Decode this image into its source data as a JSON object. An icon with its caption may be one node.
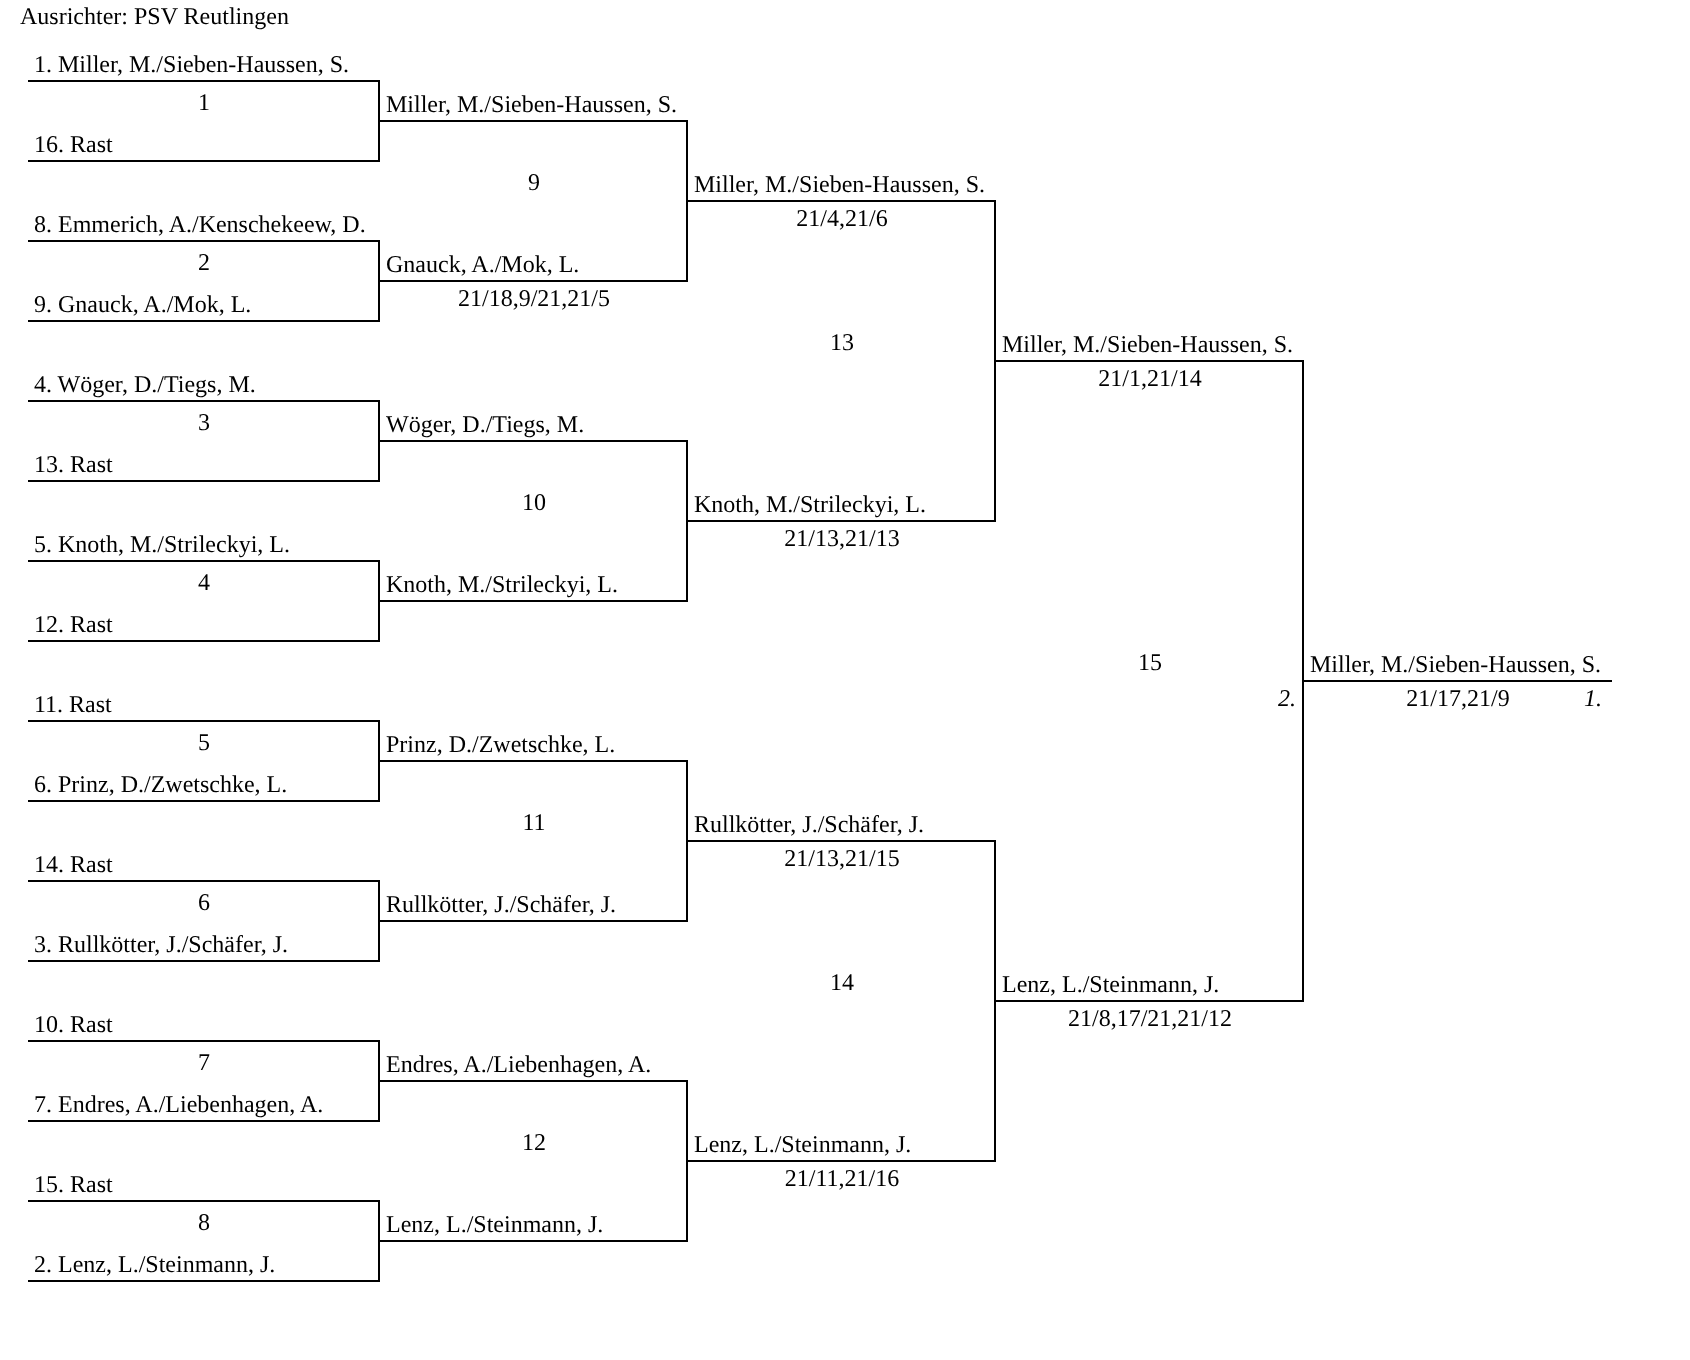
{
  "diagram": {
    "title": "Ausrichter: PSV Reutlingen",
    "nodes": [
      {
        "text": [
          "1. Miller, M./Sieben-Haussen, S."
        ]
      },
      {
        "text": [
          "Miller, M./Sieben-Haussen, S."
        ]
      },
      {
        "text": [
          "16. Rast"
        ]
      },
      {
        "text": [
          "Miller, M./Sieben-Haussen, S."
        ],
        "beside": [
          "21/4,21/6"
        ]
      },
      {
        "text": [
          "8. Emmerich, A./Kenschekeew, D."
        ]
      },
      {
        "text": [
          "Gnauck, A./Mok, L."
        ],
        "beside": [
          "21/18,9/21,21/5"
        ]
      },
      {
        "text": [
          "9. Gnauck, A./Mok, L."
        ]
      },
      {
        "text": [
          "Miller, M./Sieben-Haussen, S."
        ],
        "beside": [
          "21/1,21/14"
        ]
      },
      {
        "text": [
          "4. Wöger, D./Tiegs, M."
        ]
      },
      {
        "text": [
          "Wöger, D./Tiegs, M."
        ]
      },
      {
        "text": [
          "13. Rast"
        ]
      },
      {
        "text": [
          "Knoth, M./Strileckyi, L."
        ],
        "beside": [
          "21/13,21/13"
        ]
      },
      {
        "text": [
          "5. Knoth, M./Strileckyi, L."
        ]
      },
      {
        "text": [
          "Knoth, M./Strileckyi, L."
        ]
      },
      {
        "text": [
          "12. Rast"
        ]
      },
      {
        "text": [
          "Miller, M./Sieben-Haussen, S."
        ],
        "beside": [
          "21/17,21/9",
          "1."
        ]
      },
      {
        "text": [
          "11. Rast"
        ]
      },
      {
        "text": [
          "Prinz, D./Zwetschke, L."
        ]
      },
      {
        "text": [
          "6. Prinz, D./Zwetschke, L."
        ]
      },
      {
        "text": [
          "Rullkötter, J./Schäfer, J."
        ],
        "beside": [
          "21/13,21/15"
        ]
      },
      {
        "text": [
          "14. Rast"
        ]
      },
      {
        "text": [
          "Rullkötter, J./Schäfer, J."
        ]
      },
      {
        "text": [
          "3. Rullkötter, J./Schäfer, J."
        ]
      },
      {
        "text": [
          "Lenz, L./Steinmann, J."
        ],
        "beside": [
          "21/8,17/21,21/12"
        ]
      },
      {
        "text": [
          "10. Rast"
        ]
      },
      {
        "text": [
          "Endres, A./Liebenhagen, A."
        ]
      },
      {
        "text": [
          "7. Endres, A./Liebenhagen, A."
        ]
      },
      {
        "text": [
          "Lenz, L./Steinmann, J."
        ],
        "beside": [
          "21/11,21/16"
        ]
      },
      {
        "text": [
          "15. Rast"
        ]
      },
      {
        "text": [
          "Lenz, L./Steinmann, J."
        ]
      },
      {
        "text": [
          "2. Lenz, L./Steinmann, J."
        ]
      }
    ],
    "edges": [
      {
        "from": 0,
        "to": 1,
        "arrow": "none"
      },
      {
        "from": 2,
        "to": 1,
        "arrow": "none"
      },
      {
        "from": 4,
        "to": 5,
        "arrow": "none"
      },
      {
        "from": 6,
        "to": 5,
        "arrow": "none"
      },
      {
        "from": 8,
        "to": 9,
        "arrow": "none"
      },
      {
        "from": 10,
        "to": 9,
        "arrow": "none"
      },
      {
        "from": 12,
        "to": 13,
        "arrow": "none"
      },
      {
        "from": 14,
        "to": 13,
        "arrow": "none"
      },
      {
        "from": 16,
        "to": 17,
        "arrow": "none"
      },
      {
        "from": 18,
        "to": 17,
        "arrow": "none"
      },
      {
        "from": 20,
        "to": 21,
        "arrow": "none"
      },
      {
        "from": 22,
        "to": 21,
        "arrow": "none"
      },
      {
        "from": 24,
        "to": 25,
        "arrow": "none"
      },
      {
        "from": 26,
        "to": 25,
        "arrow": "none"
      },
      {
        "from": 28,
        "to": 29,
        "arrow": "none"
      },
      {
        "from": 30,
        "to": 29,
        "arrow": "none"
      },
      {
        "from": 1,
        "to": 3,
        "arrow": "none"
      },
      {
        "from": 5,
        "to": 3,
        "arrow": "none"
      },
      {
        "from": 9,
        "to": 11,
        "arrow": "none"
      },
      {
        "from": 13,
        "to": 11,
        "arrow": "none"
      },
      {
        "from": 17,
        "to": 19,
        "arrow": "none"
      },
      {
        "from": 21,
        "to": 19,
        "arrow": "none"
      },
      {
        "from": 25,
        "to": 27,
        "arrow": "none"
      },
      {
        "from": 29,
        "to": 27,
        "arrow": "none"
      },
      {
        "from": 3,
        "to": 7,
        "arrow": "none"
      },
      {
        "from": 11,
        "to": 7,
        "arrow": "none"
      },
      {
        "from": 19,
        "to": 23,
        "arrow": "none"
      },
      {
        "from": 27,
        "to": 23,
        "arrow": "none"
      },
      {
        "from": 7,
        "to": 15,
        "arrow": "none"
      },
      {
        "from": 23,
        "to": 15,
        "arrow": "none"
      }
    ],
    "labels": [
      "1",
      "9",
      "2",
      "13",
      "3",
      "10",
      "4",
      "15",
      "2.",
      "5",
      "11",
      "6",
      "14",
      "7",
      "12",
      "8"
    ]
  }
}
